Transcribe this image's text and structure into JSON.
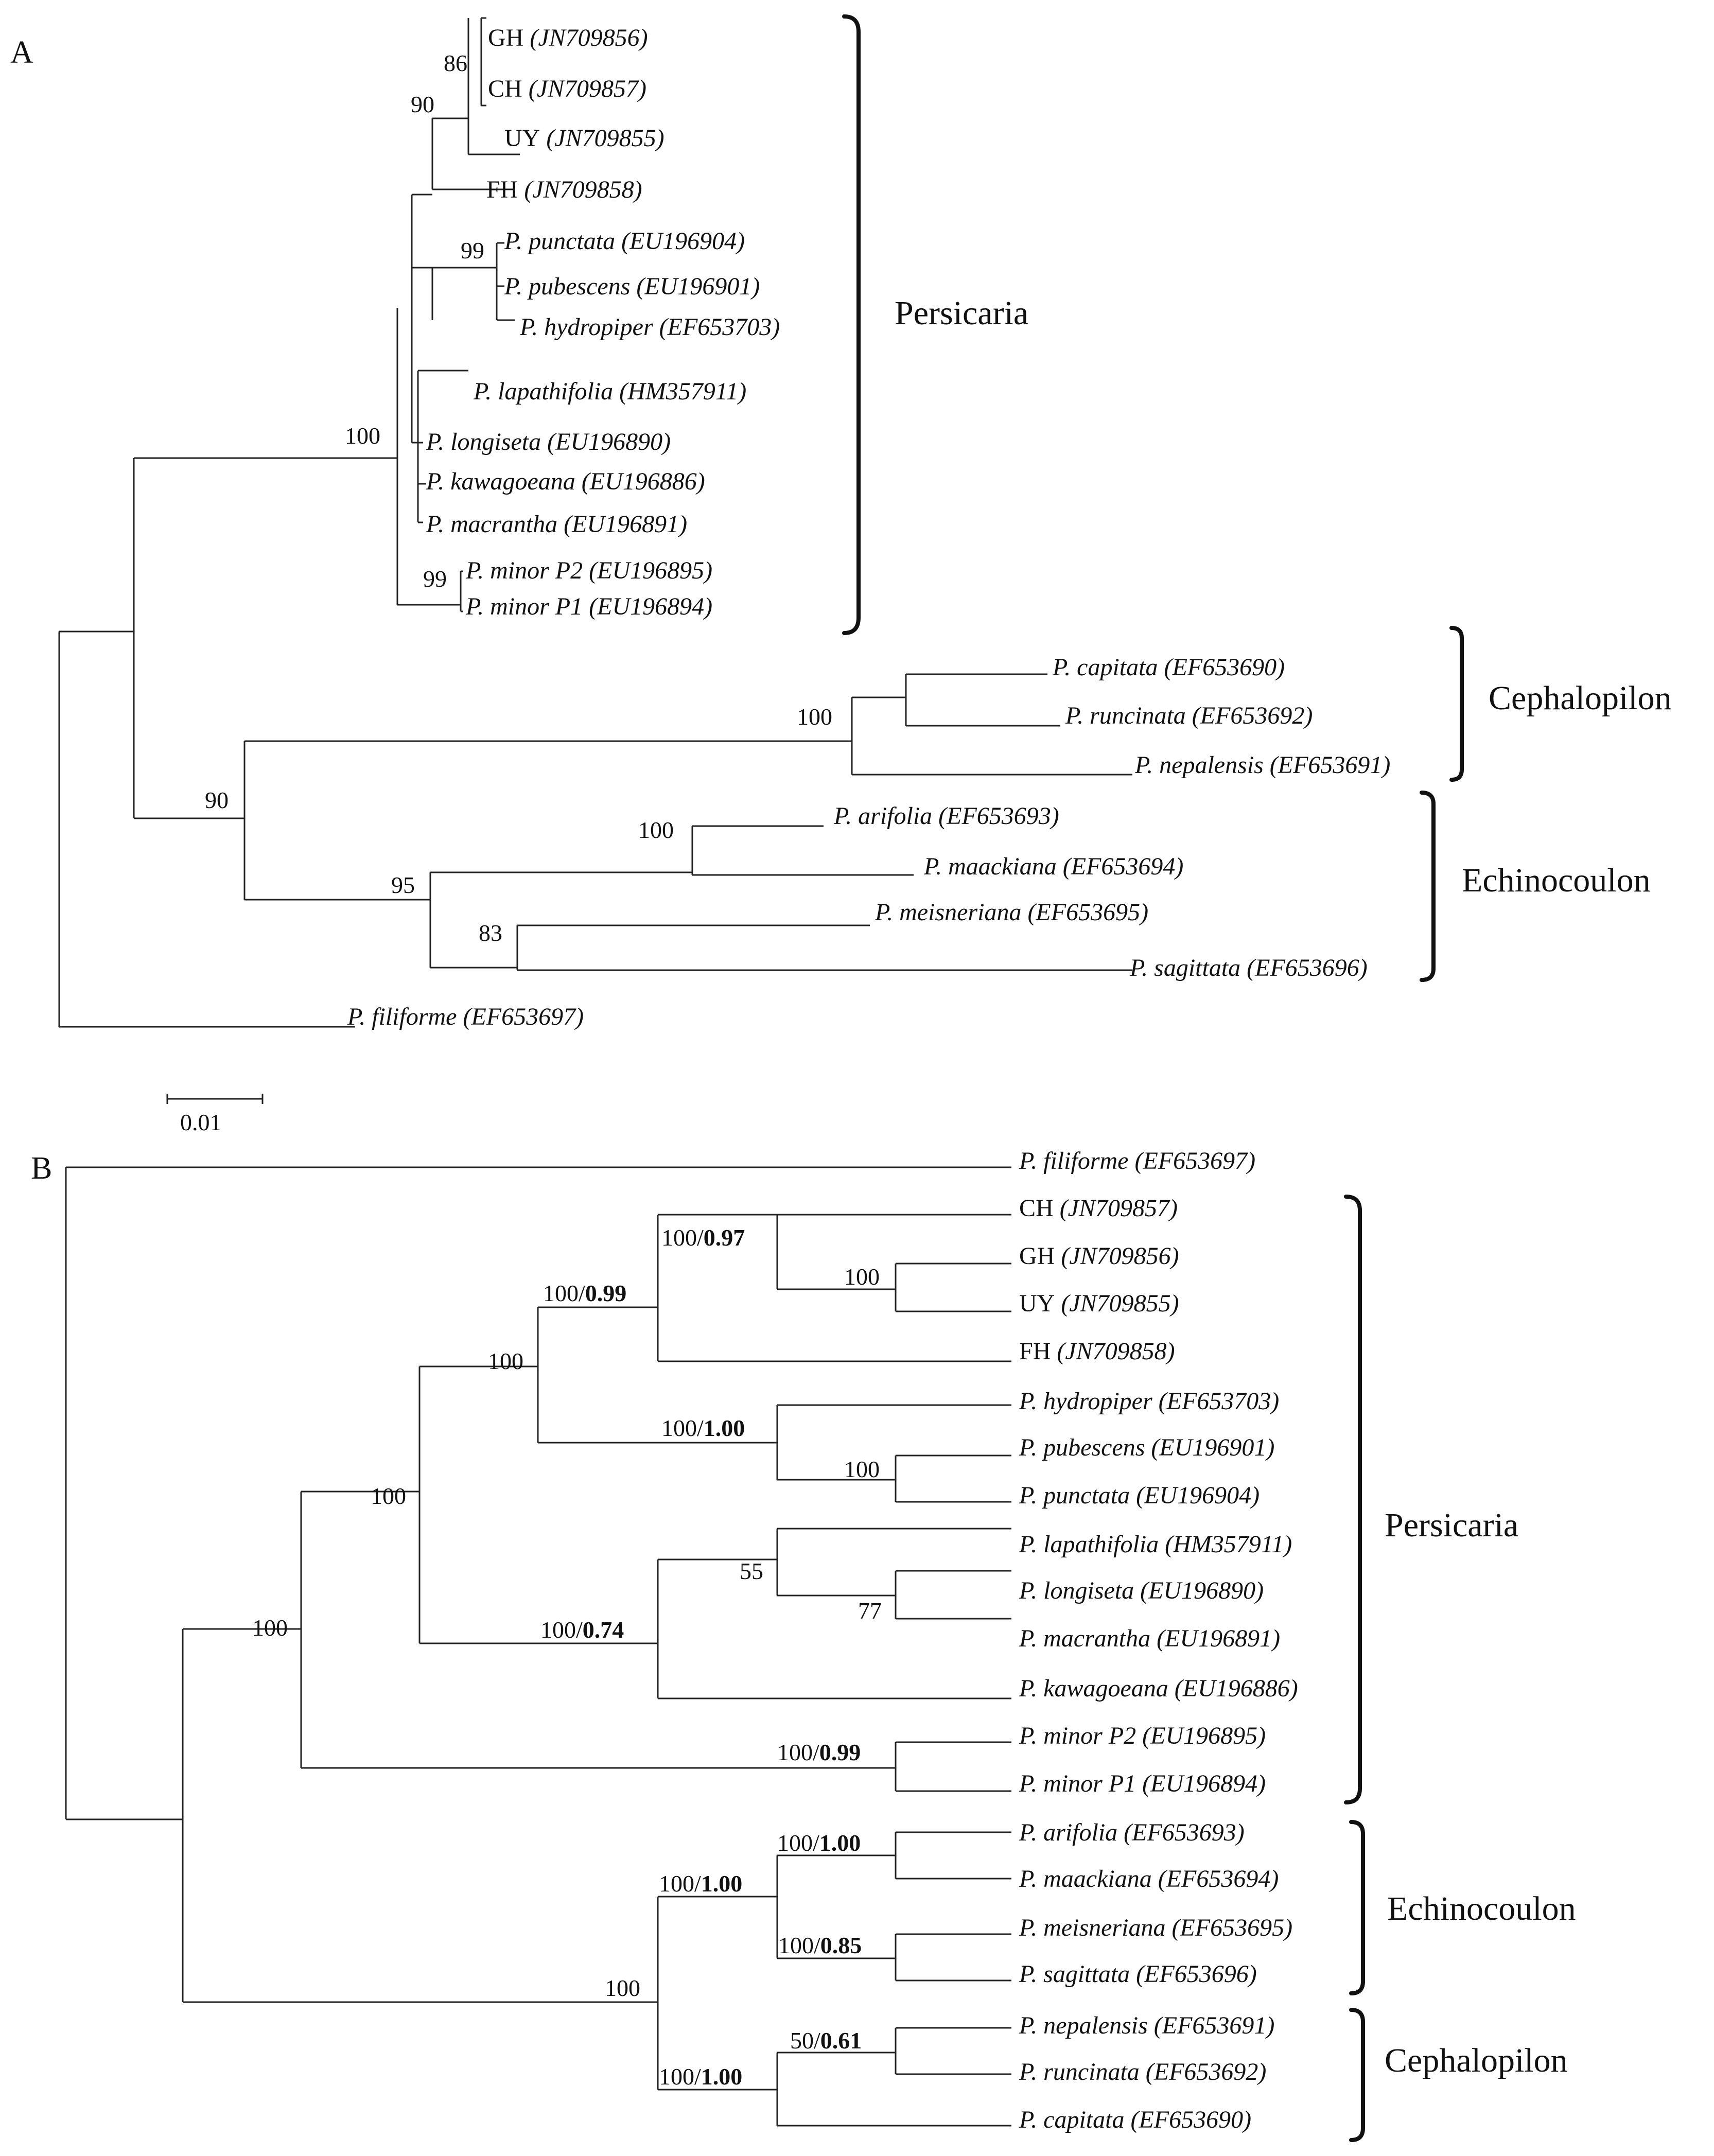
{
  "panel_a": {
    "label": "A",
    "leaves": [
      {
        "id": "a_gh",
        "name": "GH",
        "acc": "(JN709856)",
        "italic": false
      },
      {
        "id": "a_ch",
        "name": "CH",
        "acc": "(JN709857)",
        "italic": false
      },
      {
        "id": "a_uy",
        "name": "UY",
        "acc": "(JN709855)",
        "italic": false
      },
      {
        "id": "a_fh",
        "name": "FH",
        "acc": "(JN709858)",
        "italic": false
      },
      {
        "id": "a_punctata",
        "name": "P. punctata",
        "acc": "(EU196904)",
        "italic": true
      },
      {
        "id": "a_pubescens",
        "name": "P. pubescens",
        "acc": "(EU196901)",
        "italic": true
      },
      {
        "id": "a_hydropiper",
        "name": "P. hydropiper",
        "acc": "(EF653703)",
        "italic": true
      },
      {
        "id": "a_lapathifolia",
        "name": "P. lapathifolia",
        "acc": "(HM357911)",
        "italic": true
      },
      {
        "id": "a_longiseta",
        "name": "P. longiseta",
        "acc": "(EU196890)",
        "italic": true
      },
      {
        "id": "a_kawagoeana",
        "name": "P. kawagoeana",
        "acc": "(EU196886)",
        "italic": true
      },
      {
        "id": "a_macrantha",
        "name": "P. macrantha",
        "acc": "(EU196891)",
        "italic": true
      },
      {
        "id": "a_minor2",
        "name": "P. minor P2",
        "acc": "(EU196895)",
        "italic": true
      },
      {
        "id": "a_minor1",
        "name": "P. minor P1",
        "acc": "(EU196894)",
        "italic": true
      },
      {
        "id": "a_capitata",
        "name": "P. capitata",
        "acc": "(EF653690)",
        "italic": true
      },
      {
        "id": "a_runcinata",
        "name": "P. runcinata",
        "acc": "(EF653692)",
        "italic": true
      },
      {
        "id": "a_nepalensis",
        "name": "P. nepalensis",
        "acc": "(EF653691)",
        "italic": true
      },
      {
        "id": "a_arifolia",
        "name": "P. arifolia",
        "acc": "(EF653693)",
        "italic": true
      },
      {
        "id": "a_maackiana",
        "name": "P. maackiana",
        "acc": "(EF653694)",
        "italic": true
      },
      {
        "id": "a_meisneriana",
        "name": "P. meisneriana",
        "acc": "(EF653695)",
        "italic": true
      },
      {
        "id": "a_sagittata",
        "name": "P. sagittata",
        "acc": "(EF653696)",
        "italic": true
      },
      {
        "id": "a_filiforme",
        "name": "P. filiforme",
        "acc": "(EF653697)",
        "italic": true
      }
    ],
    "support": [
      {
        "id": "a_s86",
        "text": "86"
      },
      {
        "id": "a_s90a",
        "text": "90"
      },
      {
        "id": "a_s99a",
        "text": "99"
      },
      {
        "id": "a_s100a",
        "text": "100"
      },
      {
        "id": "a_s99b",
        "text": "99"
      },
      {
        "id": "a_s100b",
        "text": "100"
      },
      {
        "id": "a_s90b",
        "text": "90"
      },
      {
        "id": "a_s100c",
        "text": "100"
      },
      {
        "id": "a_s95",
        "text": "95"
      },
      {
        "id": "a_s83",
        "text": "83"
      }
    ],
    "clades": [
      {
        "id": "a_persicaria",
        "label": "Persicaria"
      },
      {
        "id": "a_cephalopilon",
        "label": "Cephalopilon"
      },
      {
        "id": "a_echinocoulon",
        "label": "Echinocoulon"
      }
    ],
    "scale_bar": "0.01"
  },
  "panel_b": {
    "label": "B",
    "leaves": [
      {
        "id": "b_filiforme",
        "name": "P. filiforme",
        "acc": "(EF653697)",
        "italic": true
      },
      {
        "id": "b_ch",
        "name": "CH",
        "acc": "(JN709857)",
        "italic": false
      },
      {
        "id": "b_gh",
        "name": "GH",
        "acc": "(JN709856)",
        "italic": false
      },
      {
        "id": "b_uy",
        "name": "UY",
        "acc": "(JN709855)",
        "italic": false
      },
      {
        "id": "b_fh",
        "name": "FH",
        "acc": "(JN709858)",
        "italic": false
      },
      {
        "id": "b_hydropiper",
        "name": "P. hydropiper",
        "acc": "(EF653703)",
        "italic": true
      },
      {
        "id": "b_pubescens",
        "name": "P. pubescens",
        "acc": "(EU196901)",
        "italic": true
      },
      {
        "id": "b_punctata",
        "name": "P. punctata",
        "acc": "(EU196904)",
        "italic": true
      },
      {
        "id": "b_lapathifolia",
        "name": "P. lapathifolia",
        "acc": "(HM357911)",
        "italic": true
      },
      {
        "id": "b_longiseta",
        "name": "P. longiseta",
        "acc": "(EU196890)",
        "italic": true
      },
      {
        "id": "b_macrantha",
        "name": "P. macrantha",
        "acc": "(EU196891)",
        "italic": true
      },
      {
        "id": "b_kawagoeana",
        "name": "P. kawagoeana",
        "acc": "(EU196886)",
        "italic": true
      },
      {
        "id": "b_minor2",
        "name": "P. minor P2",
        "acc": "(EU196895)",
        "italic": true
      },
      {
        "id": "b_minor1",
        "name": "P. minor P1",
        "acc": "(EU196894)",
        "italic": true
      },
      {
        "id": "b_arifolia",
        "name": "P. arifolia",
        "acc": "(EF653693)",
        "italic": true
      },
      {
        "id": "b_maackiana",
        "name": "P. maackiana",
        "acc": "(EF653694)",
        "italic": true
      },
      {
        "id": "b_meisneriana",
        "name": "P. meisneriana",
        "acc": "(EF653695)",
        "italic": true
      },
      {
        "id": "b_sagittata",
        "name": "P. sagittata",
        "acc": "(EF653696)",
        "italic": true
      },
      {
        "id": "b_nepalensis",
        "name": "P. nepalensis",
        "acc": "(EF653691)",
        "italic": true
      },
      {
        "id": "b_runcinata",
        "name": "P. runcinata",
        "acc": "(EF653692)",
        "italic": true
      },
      {
        "id": "b_capitata",
        "name": "P. capitata",
        "acc": "(EF653690)",
        "italic": true
      }
    ],
    "support": [
      {
        "id": "b_s1",
        "ml": "100/",
        "bi": "0.97"
      },
      {
        "id": "b_s2",
        "ml": "100",
        "bi": ""
      },
      {
        "id": "b_s3",
        "ml": "100/",
        "bi": "0.99"
      },
      {
        "id": "b_s4",
        "ml": "100",
        "bi": ""
      },
      {
        "id": "b_s5",
        "ml": "100/",
        "bi": "1.00"
      },
      {
        "id": "b_s6",
        "ml": "100",
        "bi": ""
      },
      {
        "id": "b_s7",
        "ml": "100",
        "bi": ""
      },
      {
        "id": "b_s8",
        "ml": "55",
        "bi": ""
      },
      {
        "id": "b_s9",
        "ml": "77",
        "bi": ""
      },
      {
        "id": "b_s10",
        "ml": "100/",
        "bi": "0.74"
      },
      {
        "id": "b_s11",
        "ml": "100",
        "bi": ""
      },
      {
        "id": "b_s12",
        "ml": "100/",
        "bi": "0.99"
      },
      {
        "id": "b_s13",
        "ml": "100/",
        "bi": "1.00"
      },
      {
        "id": "b_s14",
        "ml": "100/",
        "bi": "1.00"
      },
      {
        "id": "b_s15",
        "ml": "100/",
        "bi": "0.85"
      },
      {
        "id": "b_s16",
        "ml": "100",
        "bi": ""
      },
      {
        "id": "b_s17",
        "ml": "50/",
        "bi": "0.61"
      },
      {
        "id": "b_s18",
        "ml": "100/",
        "bi": "1.00"
      }
    ],
    "clades": [
      {
        "id": "b_persicaria",
        "label": "Persicaria"
      },
      {
        "id": "b_echinocoulon",
        "label": "Echinocoulon"
      },
      {
        "id": "b_cephalopilon",
        "label": "Cephalopilon"
      }
    ]
  }
}
